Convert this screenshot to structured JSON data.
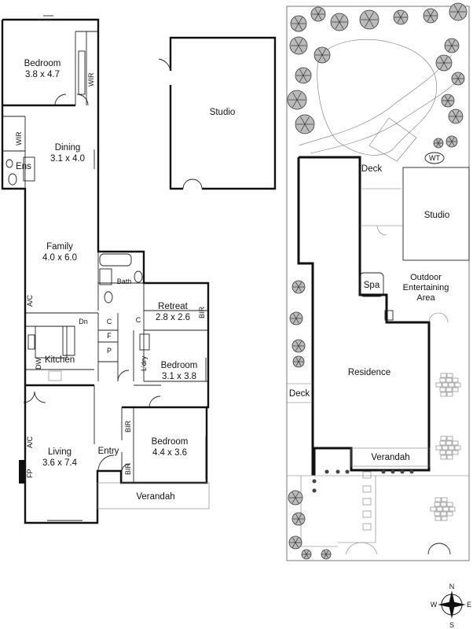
{
  "floor_plan": {
    "rooms": [
      {
        "name": "Bedroom",
        "size": "3.8 x 4.7"
      },
      {
        "name": "Dining",
        "size": "3.1 x 4.0"
      },
      {
        "name": "Family",
        "size": "4.0 x 6.0"
      },
      {
        "name": "Retreat",
        "size": "2.8 x 2.6"
      },
      {
        "name": "Bedroom",
        "size": "3.1 x 3.8"
      },
      {
        "name": "Bedroom",
        "size": "4.4 x 3.6"
      },
      {
        "name": "Living",
        "size": "3.6 x 7.4"
      }
    ],
    "small_labels": {
      "wir": "WIR",
      "ens": "Ens",
      "bath": "Bath",
      "ac": "A/C",
      "dn": "Dn",
      "c": "C",
      "f": "F",
      "p": "P",
      "ldry": "L'dry",
      "dw": "DW",
      "kitchen": "Kitchen",
      "bir": "BIR",
      "entry": "Entry",
      "fp": "FP",
      "verandah": "Verandah"
    },
    "studio": "Studio"
  },
  "site_plan": {
    "labels": {
      "deck": "Deck",
      "wt": "WT",
      "studio": "Studio",
      "spa": "Spa",
      "outdoor_line1": "Outdoor",
      "outdoor_line2": "Entertaining",
      "outdoor_line3": "Area",
      "residence": "Residence",
      "deck_side": "Deck",
      "verandah": "Verandah"
    }
  },
  "compass": {
    "n": "N",
    "s": "S",
    "e": "E",
    "w": "W"
  }
}
